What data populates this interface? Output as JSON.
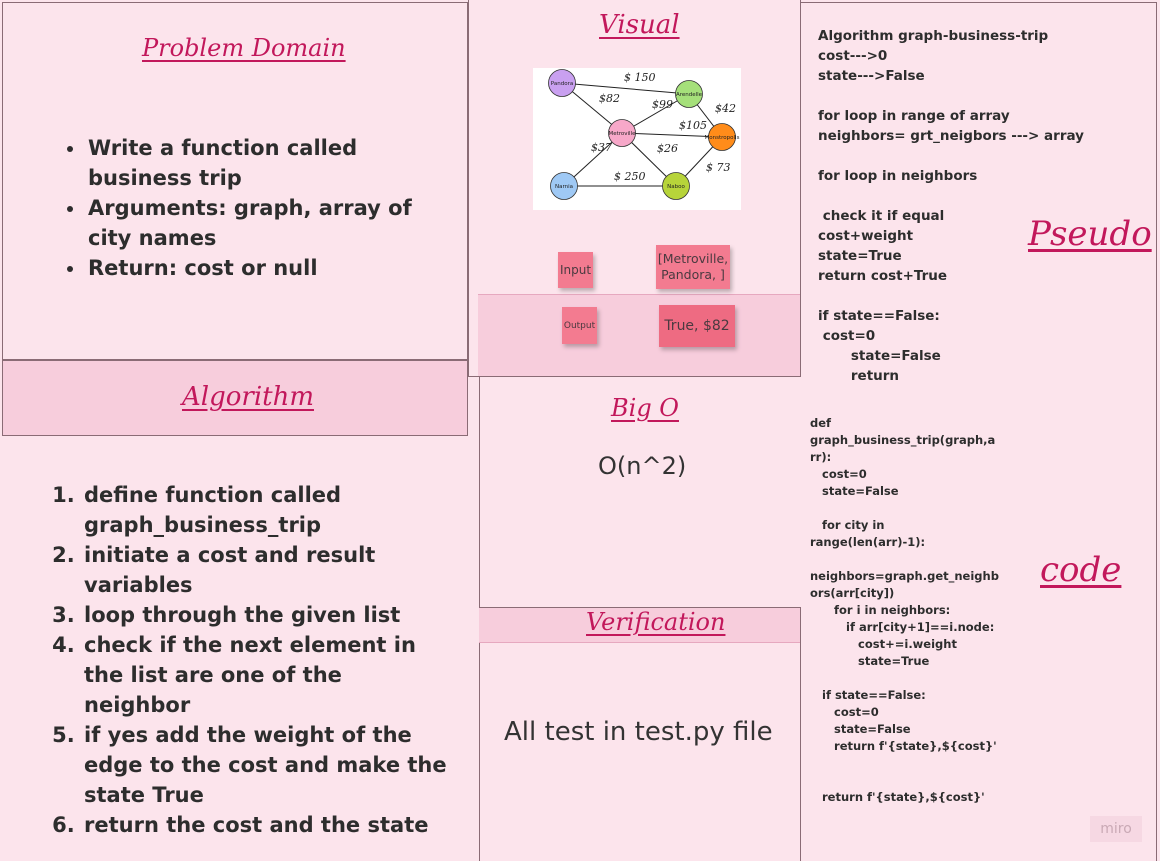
{
  "problem": {
    "title": "Problem Domain",
    "bullets": [
      "Write a function called business trip",
      "Arguments: graph, array of city names",
      "Return: cost or null"
    ]
  },
  "algorithm": {
    "title": "Algorithm",
    "steps": [
      "define function called graph_business_trip",
      "initiate a cost and result variables",
      "loop through the given list",
      "check if the next element in the list are one of the neighbor",
      "if yes add the weight of the edge to the cost and make the state True",
      "return the cost and the state"
    ]
  },
  "visual": {
    "title": "Visual",
    "graph": {
      "nodes": [
        {
          "id": "pandora",
          "label": "Pandora",
          "color": "#c9a0f0"
        },
        {
          "id": "arendelle",
          "label": "Arendelle",
          "color": "#a5e07a"
        },
        {
          "id": "metroville",
          "label": "Metroville",
          "color": "#f7a8c9"
        },
        {
          "id": "monstropolis",
          "label": "Monstropolis",
          "color": "#ff8c1a"
        },
        {
          "id": "narnia",
          "label": "Narnia",
          "color": "#9fc9f5"
        },
        {
          "id": "naboo",
          "label": "Naboo",
          "color": "#b7d43a"
        }
      ],
      "edges": [
        {
          "a": "pandora",
          "b": "arendelle",
          "label": "$ 150"
        },
        {
          "a": "pandora",
          "b": "metroville",
          "label": "$82"
        },
        {
          "a": "arendelle",
          "b": "metroville",
          "label": "$99"
        },
        {
          "a": "arendelle",
          "b": "monstropolis",
          "label": "$42"
        },
        {
          "a": "metroville",
          "b": "monstropolis",
          "label": "$105"
        },
        {
          "a": "metroville",
          "b": "narnia",
          "label": "$37"
        },
        {
          "a": "metroville",
          "b": "naboo",
          "label": "$26"
        },
        {
          "a": "monstropolis",
          "b": "naboo",
          "label": "$ 73"
        },
        {
          "a": "narnia",
          "b": "naboo",
          "label": "$ 250"
        }
      ]
    },
    "input_label": "Input",
    "input_value": "[Metroville, Pandora, ]",
    "output_label": "Output",
    "output_value": "True, $82",
    "colors": {
      "sticky_light": "#f37b90",
      "sticky_dark": "#ee6b82",
      "band": "#f7cddc"
    }
  },
  "bigo": {
    "title": "Big O",
    "value": "O(n^2)"
  },
  "verification": {
    "title": "Verification",
    "text": "All test in test.py file"
  },
  "pseudo": {
    "title": "Pseudo",
    "text": "Algorithm graph-business-trip\ncost--->0\nstate--->False\n\nfor loop in range of array\nneighbors= grt_neigbors ---> array\n\nfor loop in neighbors\n\n check it if equal\ncost+weight\nstate=True\nreturn cost+True\n\nif state==False:\n cost=0\n       state=False\n       return"
  },
  "code": {
    "title": "code",
    "text": "def\ngraph_business_trip(graph,a\nrr):\n   cost=0\n   state=False\n\n   for city in\nrange(len(arr)-1):\n\nneighbors=graph.get_neighb\nors(arr[city])\n      for i in neighbors:\n         if arr[city+1]==i.node:\n            cost+=i.weight\n            state=True\n\n   if state==False:\n      cost=0\n      state=False\n      return f'{state},${cost}'\n\n\n   return f'{state},${cost}'"
  },
  "watermark": "miro"
}
